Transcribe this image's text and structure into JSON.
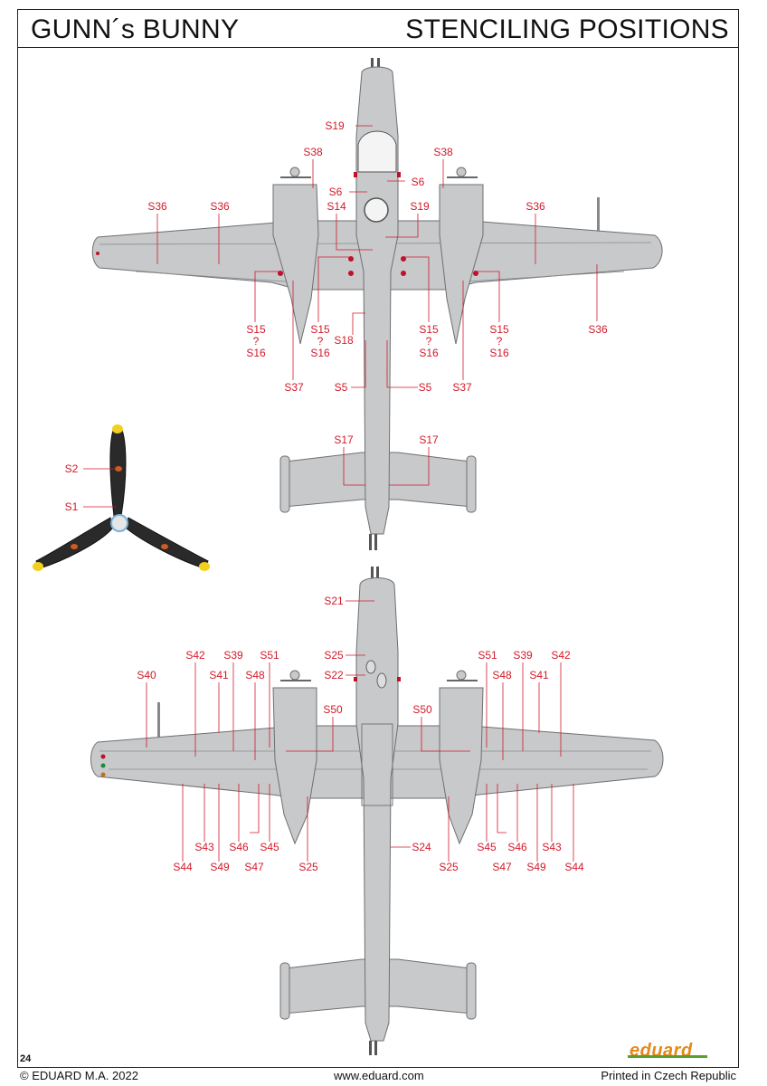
{
  "header": {
    "title_left": "GUNN´s BUNNY",
    "title_right": "STENCILING POSITIONS"
  },
  "footer": {
    "page_number": "24",
    "copyright": "© EDUARD M.A. 2022",
    "website": "www.eduard.com",
    "printed": "Printed in Czech Republic",
    "brand": "eduard"
  },
  "colors": {
    "frame": "#222222",
    "label_red": "#d21a2a",
    "airframe_grey": "#c8c9cb",
    "outline": "#6d6f72",
    "propeller_black": "#2a2a2a",
    "prop_tip_yellow": "#f2d01e",
    "brand_orange": "#e38a1a",
    "brand_green": "#5aa02c"
  },
  "top_view_labels": {
    "s19_nose": "S19",
    "s38_left": "S38",
    "s38_right": "S38",
    "s6_left": "S6",
    "s6_right": "S6",
    "s36_1": "S36",
    "s36_2": "S36",
    "s36_3": "S36",
    "s36_4": "S36",
    "s14": "S14",
    "s19_center": "S19",
    "s15_1": "S15",
    "s15_2": "S15",
    "s15_3": "S15",
    "s15_4": "S15",
    "q_1": "?",
    "q_2": "?",
    "q_3": "?",
    "q_4": "?",
    "s16_1": "S16",
    "s16_2": "S16",
    "s16_3": "S16",
    "s16_4": "S16",
    "s18": "S18",
    "s37_left": "S37",
    "s37_right": "S37",
    "s5_left": "S5",
    "s5_right": "S5",
    "s17_left": "S17",
    "s17_right": "S17"
  },
  "propeller_labels": {
    "s2": "S2",
    "s1": "S1"
  },
  "bottom_view_labels": {
    "s21": "S21",
    "s25_top": "S25",
    "s22": "S22",
    "s42_left": "S42",
    "s39_left": "S39",
    "s51_left": "S51",
    "s51_right": "S51",
    "s39_right": "S39",
    "s42_right": "S42",
    "s40": "S40",
    "s41_left": "S41",
    "s48_left": "S48",
    "s48_right": "S48",
    "s41_right": "S41",
    "s50_left": "S50",
    "s50_right": "S50",
    "s43_left": "S43",
    "s46_left": "S46",
    "s45_left": "S45",
    "s24": "S24",
    "s45_right": "S45",
    "s46_right": "S46",
    "s43_right": "S43",
    "s44_left": "S44",
    "s49_left": "S49",
    "s47_left": "S47",
    "s25_left": "S25",
    "s25_right": "S25",
    "s47_right": "S47",
    "s49_right": "S49",
    "s44_right": "S44"
  }
}
